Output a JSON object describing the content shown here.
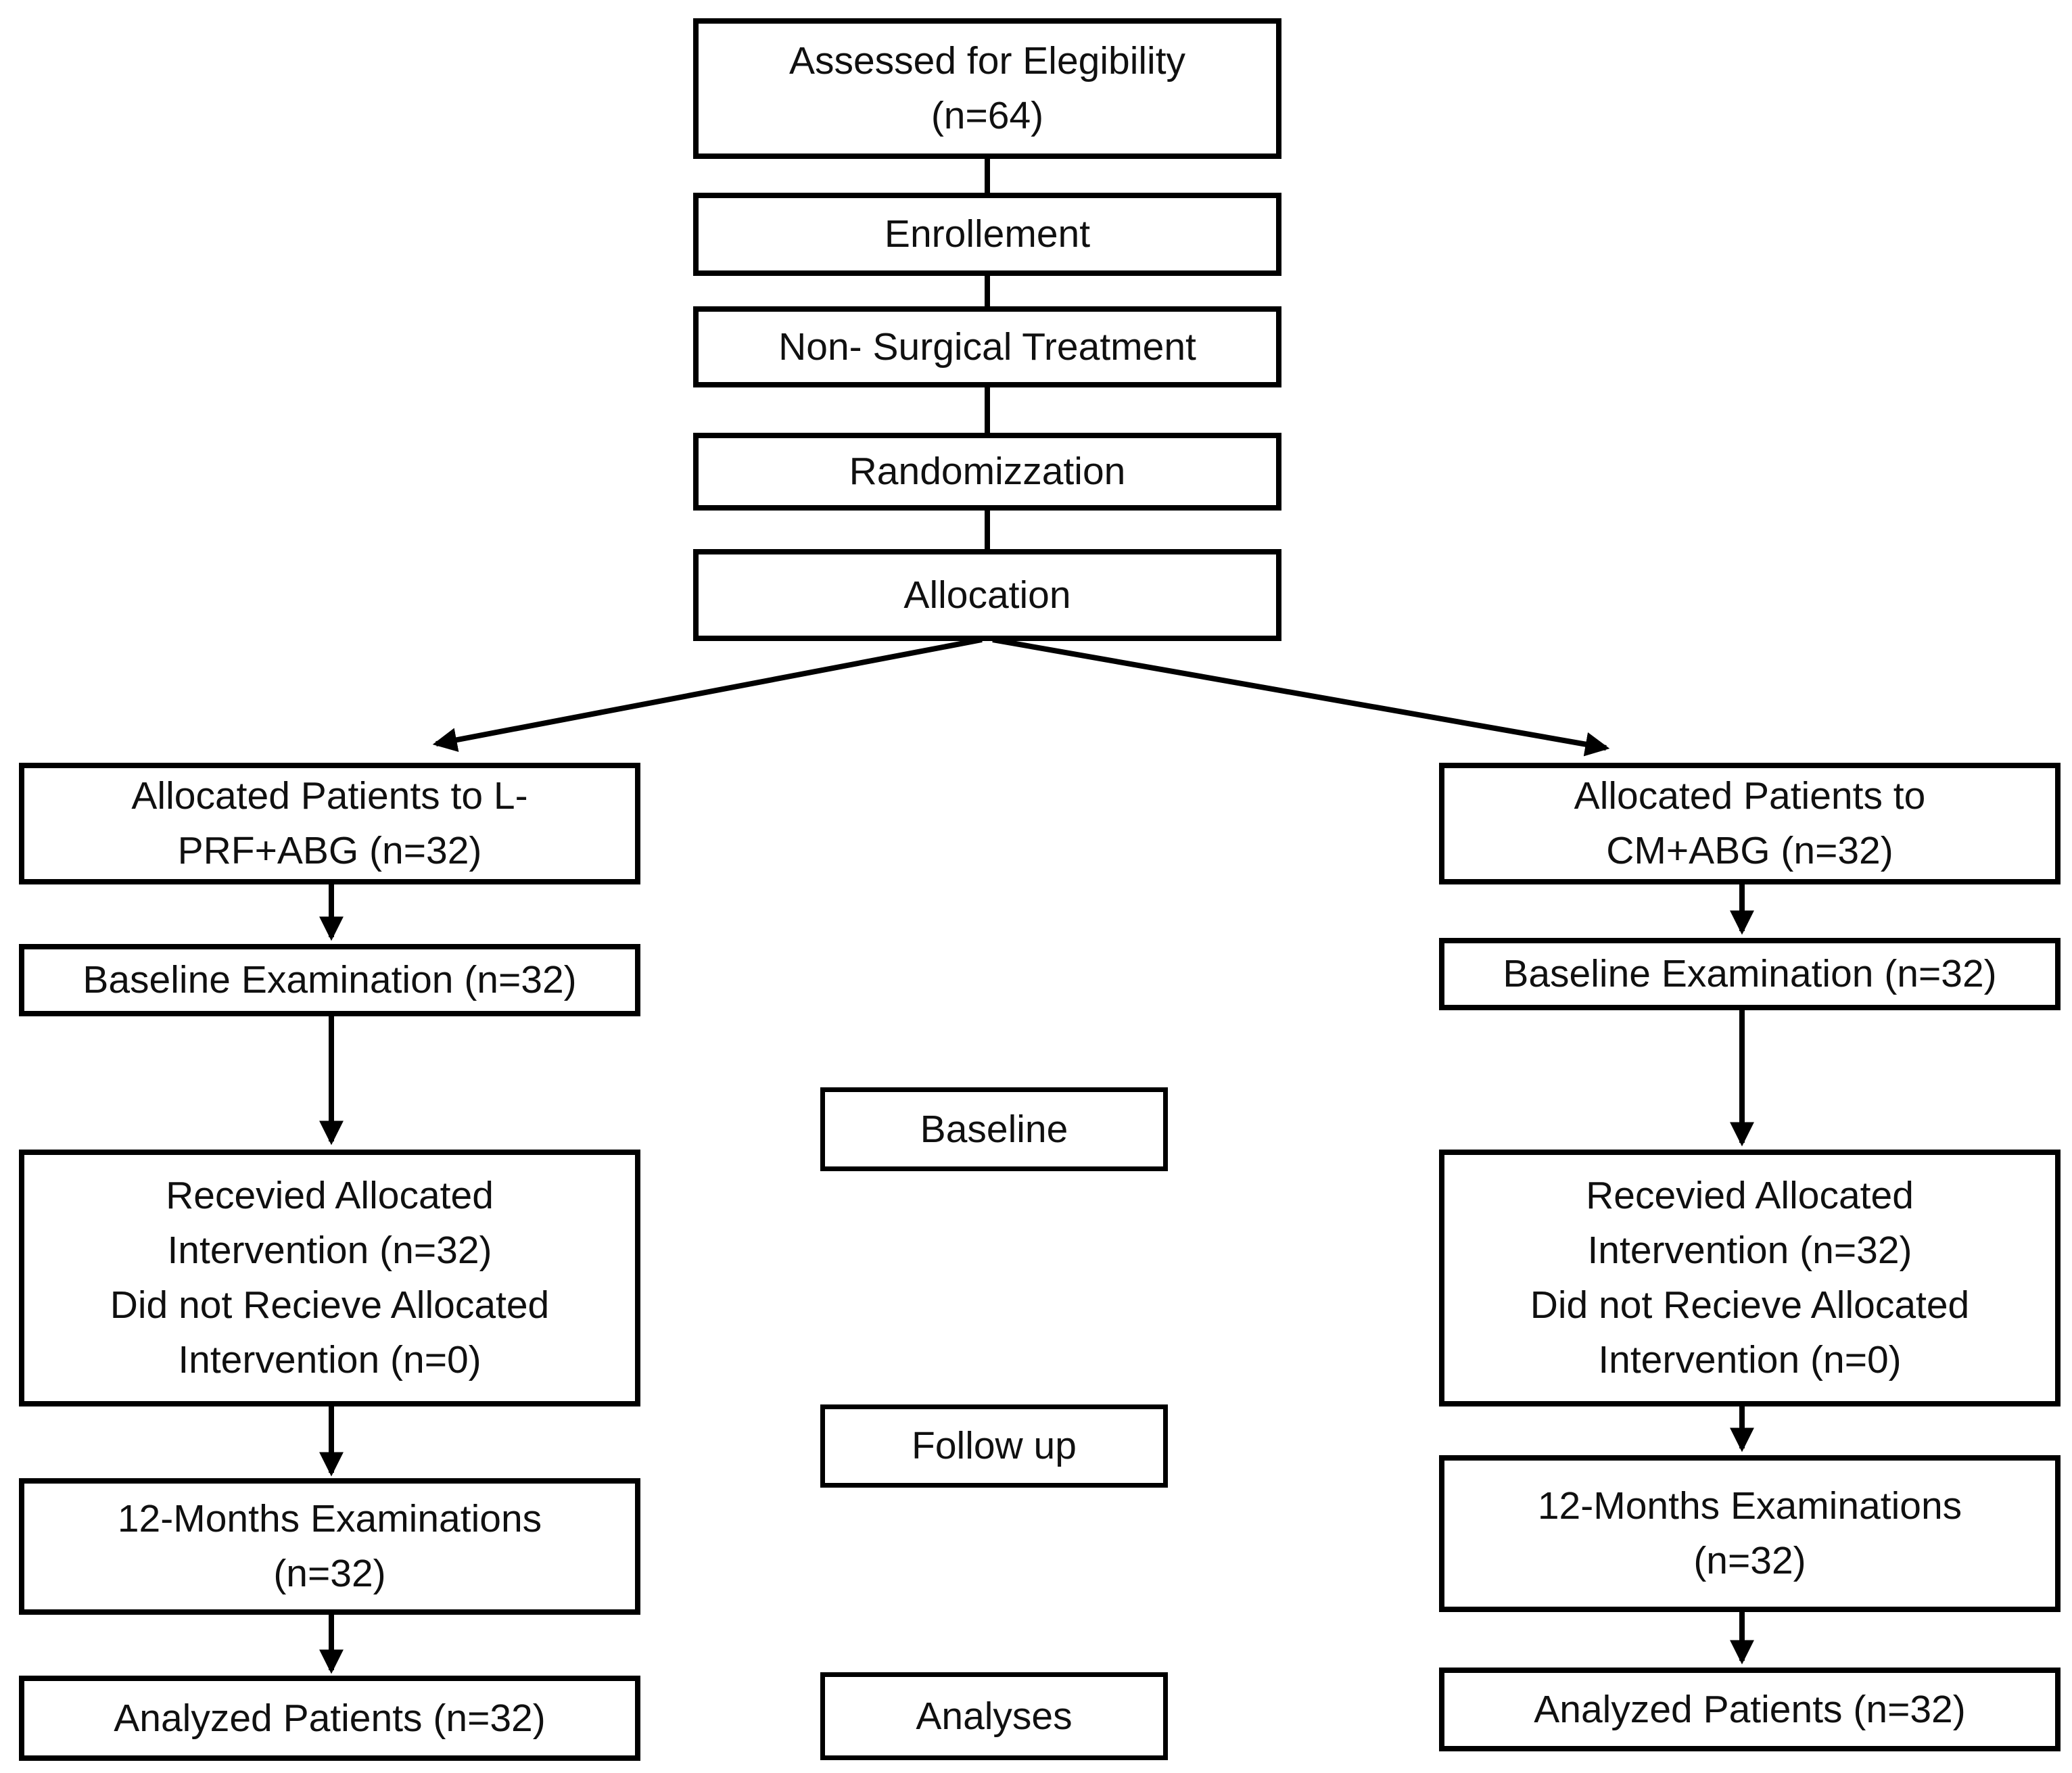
{
  "stem": {
    "boxes": [
      {
        "lines": [
          "Assessed for Elegibility",
          "(n=64)"
        ]
      },
      {
        "lines": [
          "Enrollement"
        ]
      },
      {
        "lines": [
          "Non- Surgical Treatment"
        ]
      },
      {
        "lines": [
          "Randomizzation"
        ]
      },
      {
        "lines": [
          "Allocation"
        ]
      }
    ]
  },
  "left": {
    "boxes": [
      {
        "lines": [
          "Allocated Patients to L-",
          "PRF+ABG (n=32)"
        ]
      },
      {
        "lines": [
          "Baseline Examination (n=32)"
        ]
      },
      {
        "lines": [
          "Recevied Allocated",
          "Intervention (n=32)",
          "Did not Recieve Allocated",
          "Intervention (n=0)"
        ]
      },
      {
        "lines": [
          "12-Months Examinations",
          "(n=32)"
        ]
      },
      {
        "lines": [
          "Analyzed Patients (n=32)"
        ]
      }
    ]
  },
  "right": {
    "boxes": [
      {
        "lines": [
          "Allocated Patients to",
          "CM+ABG (n=32)"
        ]
      },
      {
        "lines": [
          "Baseline Examination (n=32)"
        ]
      },
      {
        "lines": [
          "Recevied Allocated",
          "Intervention (n=32)",
          "Did not Recieve Allocated",
          "Intervention (n=0)"
        ]
      },
      {
        "lines": [
          "12-Months Examinations",
          "(n=32)"
        ]
      },
      {
        "lines": [
          "Analyzed Patients (n=32)"
        ]
      }
    ]
  },
  "phases": {
    "boxes": [
      {
        "lines": [
          "Baseline"
        ]
      },
      {
        "lines": [
          "Follow up"
        ]
      },
      {
        "lines": [
          "Analyses"
        ]
      }
    ]
  },
  "colors": {
    "box_border": "#000000",
    "arrow": "#000000",
    "text": "#101010",
    "background": "#ffffff"
  }
}
